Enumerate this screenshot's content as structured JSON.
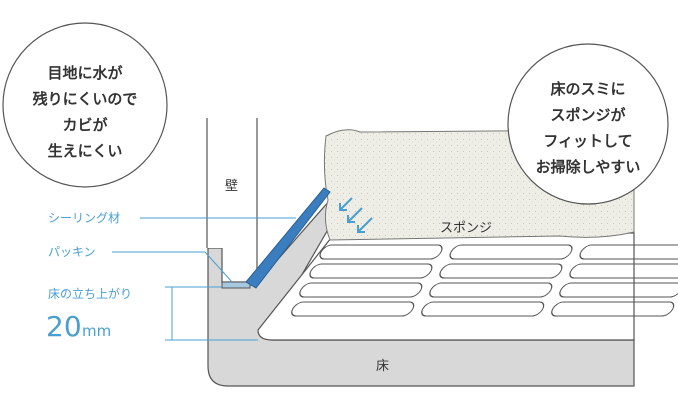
{
  "left_bubble": {
    "lines": [
      "目地に水が",
      "残りにくいので",
      "カビが",
      "生えにくい"
    ]
  },
  "right_bubble": {
    "lines": [
      "床のスミに",
      "スポンジが",
      "フィットして",
      "お掃除しやすい"
    ]
  },
  "labels": {
    "wall": "壁",
    "sponge": "スポンジ",
    "floor": "床",
    "sealing": "シーリング材",
    "packing": "パッキン",
    "rise_caption": "床の立ち上がり",
    "rise_value": "20",
    "rise_unit": "mm"
  },
  "colors": {
    "accent": "#4a9fd1",
    "sealant": "#3a7ec0",
    "floor_gray": "#d8d8d8",
    "sponge": "#efefe8",
    "outline": "#555555"
  }
}
